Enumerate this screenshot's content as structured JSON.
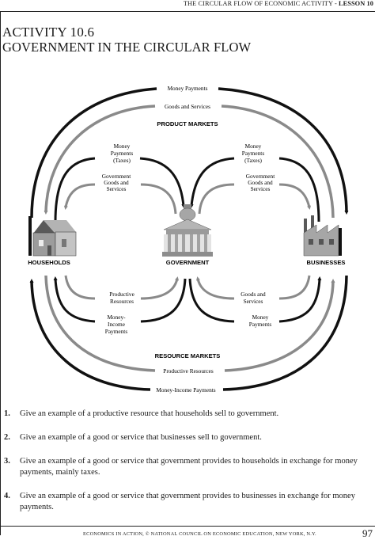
{
  "header": {
    "running_title": "THE CIRCULAR FLOW OF ECONOMIC ACTIVITY",
    "separator": " - ",
    "lesson": "LESSON 10"
  },
  "activity": {
    "number": "ACTIVITY 10.6",
    "title": "GOVERNMENT IN THE CIRCULAR FLOW"
  },
  "diagram": {
    "money_payments": "Money Payments",
    "goods_services": "Goods and Services",
    "product_markets": "PRODUCT MARKETS",
    "left_money_1": "Money",
    "left_money_2": "Payments",
    "left_money_3": "(Taxes)",
    "right_money_1": "Money",
    "right_money_2": "Payments",
    "right_money_3": "(Taxes)",
    "left_gov_1": "Government",
    "left_gov_2": "Goods and",
    "left_gov_3": "Services",
    "right_gov_1": "Government",
    "right_gov_2": "Goods and",
    "right_gov_3": "Services",
    "households": "HOUSEHOLDS",
    "government": "GOVERNMENT",
    "businesses": "BUSINESSES",
    "left_prod_1": "Productive",
    "left_prod_2": "Resources",
    "right_goods_1": "Goods and",
    "right_goods_2": "Services",
    "left_income_1": "Money-",
    "left_income_2": "Income",
    "left_income_3": "Payments",
    "right_money_b1": "Money",
    "right_money_b2": "Payments",
    "resource_markets": "RESOURCE MARKETS",
    "productive_resources": "Productive Resources",
    "money_income_payments": "Money-Income Payments"
  },
  "questions": [
    {
      "num": "1.",
      "text": "Give an example of a productive resource that households sell to government."
    },
    {
      "num": "2.",
      "text": "Give an example of a good or service that businesses sell to government."
    },
    {
      "num": "3.",
      "text": "Give an example of a good or service that government provides to households in exchange for money payments, mainly taxes."
    },
    {
      "num": "4.",
      "text": "Give an example of a good or service that government provides to businesses in exchange for money payments."
    }
  ],
  "footer": {
    "credit": "ECONOMICS IN ACTION, © NATIONAL COUNCIL ON ECONOMIC EDUCATION, NEW YORK, N.Y.",
    "page": "97"
  },
  "colors": {
    "black_arrow": "#111111",
    "gray_arrow": "#8a8a8a",
    "building_gray": "#9c9c9c"
  }
}
